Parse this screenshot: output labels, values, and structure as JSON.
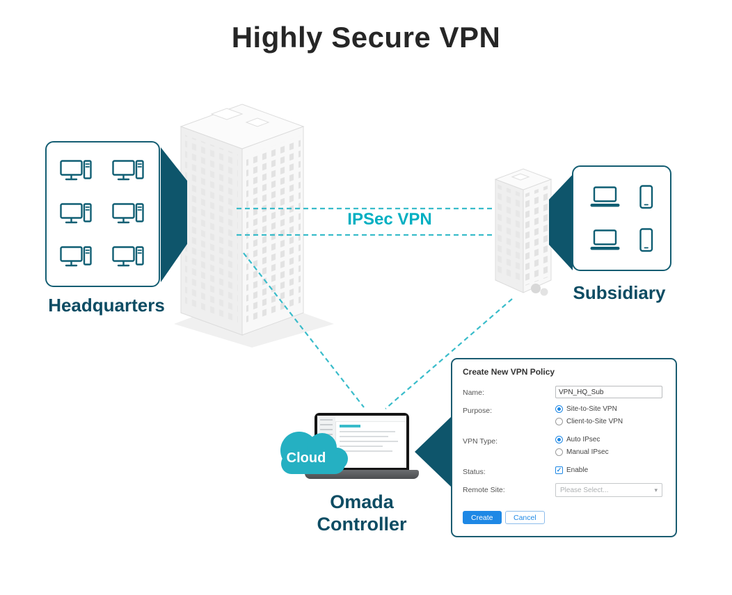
{
  "title": "Highly Secure VPN",
  "diagram": {
    "headquarters_label": "Headquarters",
    "subsidiary_label": "Subsidiary",
    "connection_label": "IPSec VPN",
    "cloud_label": "Cloud",
    "controller_label_line1": "Omada",
    "controller_label_line2": "Controller"
  },
  "dialog": {
    "title": "Create New VPN Policy",
    "name_label": "Name:",
    "name_value": "VPN_HQ_Sub",
    "purpose_label": "Purpose:",
    "purpose_options": [
      "Site-to-Site VPN",
      "Client-to-Site VPN"
    ],
    "vpn_type_label": "VPN Type:",
    "vpn_type_options": [
      "Auto IPsec",
      "Manual IPsec"
    ],
    "status_label": "Status:",
    "status_checkbox_label": "Enable",
    "remote_site_label": "Remote Site:",
    "remote_site_placeholder": "Please Select...",
    "create_button": "Create",
    "cancel_button": "Cancel"
  },
  "colors": {
    "teal_dark": "#0d4c63",
    "teal_accent": "#00afc2",
    "wedge": "#0e556b",
    "cloud": "#25b0c2",
    "button_blue": "#1e88e5"
  }
}
